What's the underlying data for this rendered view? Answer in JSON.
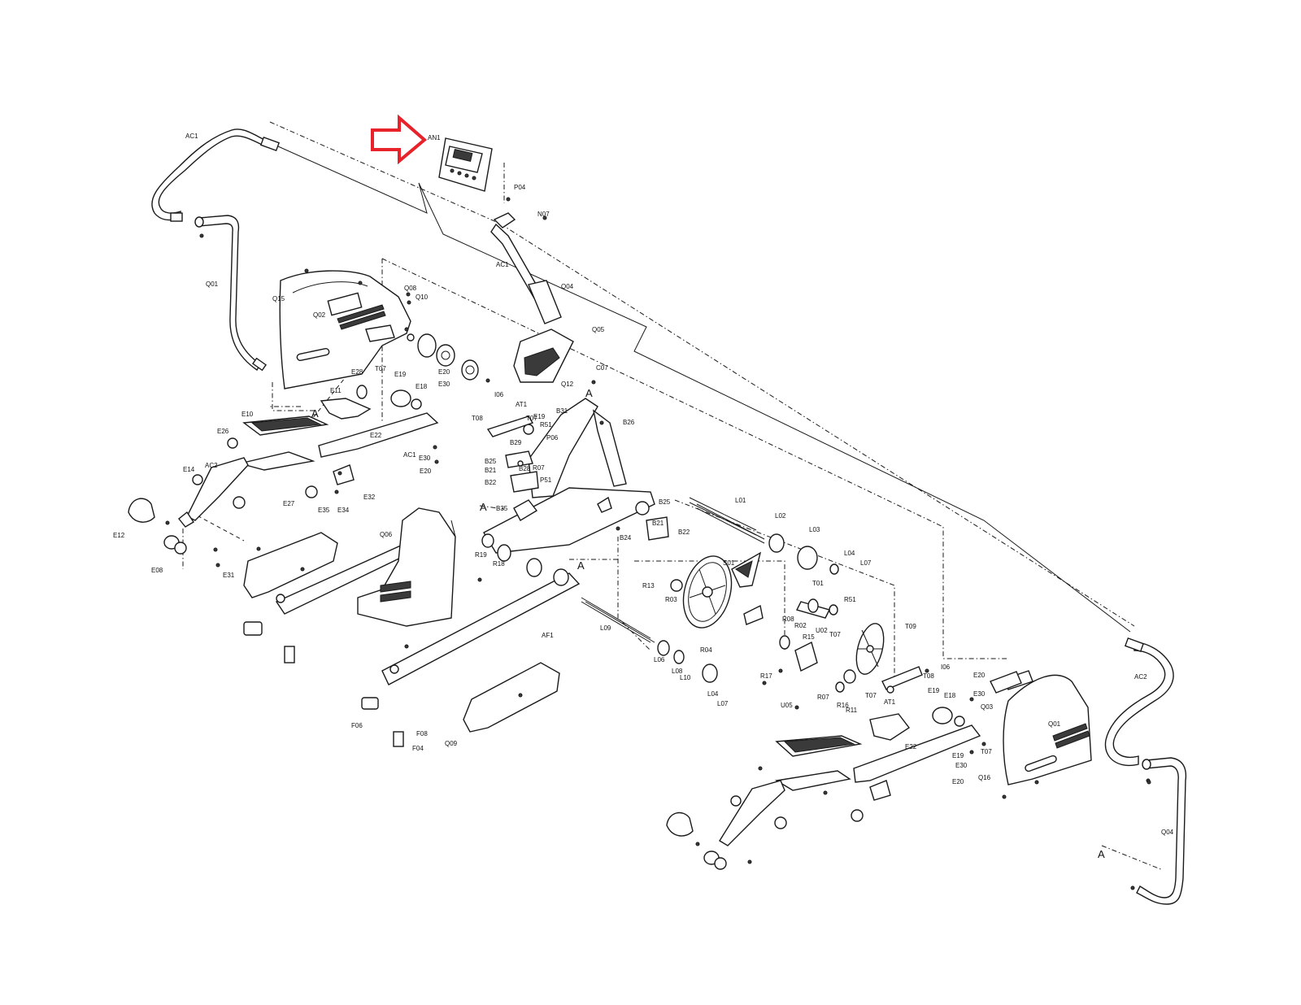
{
  "callout": {
    "color": "#e8222a",
    "target": "AN1"
  },
  "labels": [
    "AC1",
    "AN1",
    "P04",
    "N07",
    "Q01",
    "Q15",
    "Q02",
    "Q08",
    "Q10",
    "AC1",
    "Q04",
    "Q05",
    "C07",
    "Q12",
    "T07",
    "E28",
    "E19",
    "E20",
    "E18",
    "E30",
    "E11",
    "E10",
    "E26",
    "E22",
    "I06",
    "AT1",
    "T08",
    "E19",
    "T07",
    "R51",
    "B31",
    "B26",
    "P06",
    "E30",
    "E20",
    "AC1",
    "B29",
    "B25",
    "B21",
    "R07",
    "B28",
    "P51",
    "B22",
    "AC2",
    "E14",
    "E27",
    "E32",
    "E35",
    "E34",
    "E12",
    "E08",
    "E31",
    "Q06",
    "B35",
    "B25",
    "B21",
    "B22",
    "B24",
    "R19",
    "R18",
    "L01",
    "L02",
    "L03",
    "L04",
    "L07",
    "S01",
    "R13",
    "R03",
    "T01",
    "R51",
    "R08",
    "R02",
    "R15",
    "U02",
    "T07",
    "T09",
    "AF1",
    "L09",
    "L06",
    "L08",
    "L10",
    "R04",
    "L04",
    "L07",
    "R17",
    "R07",
    "U05",
    "R16",
    "R11",
    "T07",
    "AT1",
    "T08",
    "E19",
    "I06",
    "E20",
    "E30",
    "E18",
    "Q03",
    "Q01",
    "E22",
    "E30",
    "E19",
    "E20",
    "T07",
    "Q16",
    "AC2",
    "Q04",
    "F08",
    "F06",
    "F04",
    "Q09"
  ],
  "markers": [
    "A",
    "A",
    "A",
    "A",
    "A"
  ]
}
